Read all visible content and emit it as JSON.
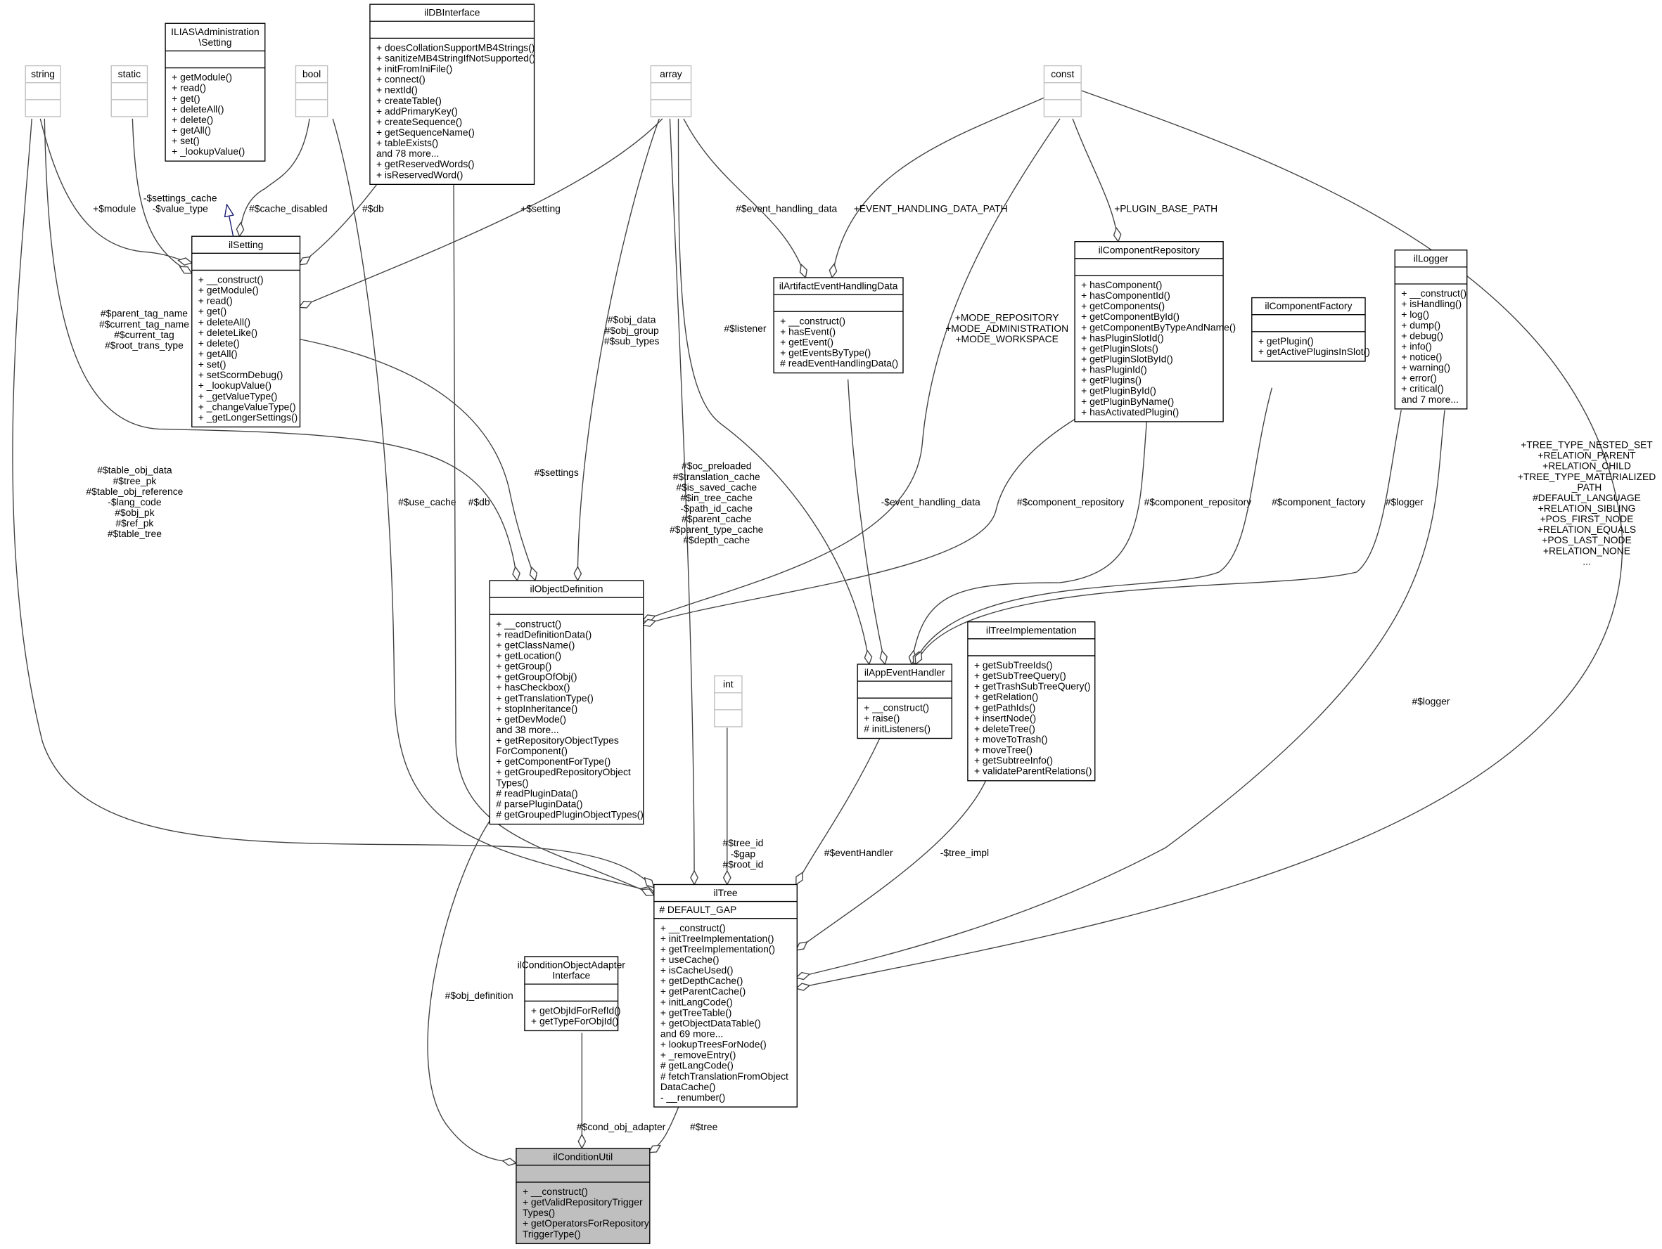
{
  "colors": {
    "border": "#000000",
    "external_border": "#bfbfbf",
    "highlight_fill": "#bfbfbf",
    "edge": "#404040",
    "inheritance": "#191970"
  },
  "nodes": [
    {
      "id": "string",
      "title": [
        "string"
      ],
      "attrs": [],
      "methods": [],
      "external": true
    },
    {
      "id": "static",
      "title": [
        "static"
      ],
      "attrs": [],
      "methods": [],
      "external": true
    },
    {
      "id": "adminsetting",
      "title": [
        "ILIAS\\Administration",
        "\\Setting"
      ],
      "attrs": [],
      "methods": [
        "+ getModule()",
        "+ read()",
        "+ get()",
        "+ deleteAll()",
        "+ delete()",
        "+ getAll()",
        "+ set()",
        "+ _lookupValue()"
      ]
    },
    {
      "id": "bool",
      "title": [
        "bool"
      ],
      "attrs": [],
      "methods": [],
      "external": true
    },
    {
      "id": "ildbinterface",
      "title": [
        "ilDBInterface"
      ],
      "attrs": [],
      "methods": [
        "+ doesCollationSupportMB4Strings()",
        "+ sanitizeMB4StringIfNotSupported()",
        "+ initFromIniFile()",
        "+ connect()",
        "+ nextId()",
        "+ createTable()",
        "+ addPrimaryKey()",
        "+ createSequence()",
        "+ getSequenceName()",
        "+ tableExists()",
        "and 78 more...",
        "+ getReservedWords()",
        "+ isReservedWord()"
      ]
    },
    {
      "id": "array",
      "title": [
        "array"
      ],
      "attrs": [],
      "methods": [],
      "external": true
    },
    {
      "id": "const",
      "title": [
        "const"
      ],
      "attrs": [],
      "methods": [],
      "external": true
    },
    {
      "id": "ilsetting",
      "title": [
        "ilSetting"
      ],
      "attrs": [],
      "methods": [
        "+ __construct()",
        "+ getModule()",
        "+ read()",
        "+ get()",
        "+ deleteAll()",
        "+ deleteLike()",
        "+ delete()",
        "+ getAll()",
        "+ set()",
        "+ setScormDebug()",
        "+ _lookupValue()",
        "+ _getValueType()",
        "+ _changeValueType()",
        "+ _getLongerSettings()"
      ]
    },
    {
      "id": "ilartifact",
      "title": [
        "ilArtifactEventHandlingData"
      ],
      "attrs": [],
      "methods": [
        "+ __construct()",
        "+ hasEvent()",
        "+ getEvent()",
        "+ getEventsByType()",
        "# readEventHandlingData()"
      ]
    },
    {
      "id": "ilcomponentrepository",
      "title": [
        "ilComponentRepository"
      ],
      "attrs": [],
      "methods": [
        "+ hasComponent()",
        "+ hasComponentId()",
        "+ getComponents()",
        "+ getComponentById()",
        "+ getComponentByTypeAndName()",
        "+ hasPluginSlotId()",
        "+ getPluginSlots()",
        "+ getPluginSlotById()",
        "+ hasPluginId()",
        "+ getPlugins()",
        "+ getPluginById()",
        "+ getPluginByName()",
        "+ hasActivatedPlugin()"
      ]
    },
    {
      "id": "ilcomponentfactory",
      "title": [
        "ilComponentFactory"
      ],
      "attrs": [],
      "methods": [
        "+ getPlugin()",
        "+ getActivePluginsInSlot()"
      ]
    },
    {
      "id": "illogger",
      "title": [
        "ilLogger"
      ],
      "attrs": [],
      "methods": [
        "+ __construct()",
        "+ isHandling()",
        "+ log()",
        "+ dump()",
        "+ debug()",
        "+ info()",
        "+ notice()",
        "+ warning()",
        "+ error()",
        "+ critical()",
        "and 7 more..."
      ]
    },
    {
      "id": "ilobjectdefinition",
      "title": [
        "ilObjectDefinition"
      ],
      "attrs": [],
      "methods": [
        "+ __construct()",
        "+ readDefinitionData()",
        "+ getClassName()",
        "+ getLocation()",
        "+ getGroup()",
        "+ getGroupOfObj()",
        "+ hasCheckbox()",
        "+ getTranslationType()",
        "+ stopInheritance()",
        "+ getDevMode()",
        "and 38 more...",
        "+ getRepositoryObjectTypes",
        "ForComponent()",
        "+ getComponentForType()",
        "+ getGroupedRepositoryObject",
        "Types()",
        "# readPluginData()",
        "# parsePluginData()",
        "# getGroupedPluginObjectTypes()"
      ]
    },
    {
      "id": "int",
      "title": [
        "int"
      ],
      "attrs": [],
      "methods": [],
      "external": true
    },
    {
      "id": "ilappeventhandler",
      "title": [
        "ilAppEventHandler"
      ],
      "attrs": [],
      "methods": [
        "+ __construct()",
        "+ raise()",
        "# initListeners()"
      ]
    },
    {
      "id": "iltreeimplementation",
      "title": [
        "ilTreeImplementation"
      ],
      "attrs": [],
      "methods": [
        "+ getSubTreeIds()",
        "+ getSubTreeQuery()",
        "+ getTrashSubTreeQuery()",
        "+ getRelation()",
        "+ getPathIds()",
        "+ insertNode()",
        "+ deleteTree()",
        "+ moveToTrash()",
        "+ moveTree()",
        "+ getSubtreeInfo()",
        "+ validateParentRelations()"
      ]
    },
    {
      "id": "iltree",
      "title": [
        "ilTree"
      ],
      "attrs": [
        "# DEFAULT_GAP"
      ],
      "methods": [
        "+ __construct()",
        "+ initTreeImplementation()",
        "+ getTreeImplementation()",
        "+ useCache()",
        "+ isCacheUsed()",
        "+ getDepthCache()",
        "+ getParentCache()",
        "+ initLangCode()",
        "+ getTreeTable()",
        "+ getObjectDataTable()",
        "and 69 more...",
        "+ lookupTreesForNode()",
        "+ _removeEntry()",
        "# getLangCode()",
        "# fetchTranslationFromObject",
        "DataCache()",
        "- __renumber()"
      ]
    },
    {
      "id": "ilconditionadapter",
      "title": [
        "ilConditionObjectAdapter",
        "Interface"
      ],
      "attrs": [],
      "methods": [
        "+ getObjIdForRefId()",
        "+ getTypeForObjId()"
      ]
    },
    {
      "id": "ilconditionutil",
      "title": [
        "ilConditionUtil"
      ],
      "attrs": [],
      "methods": [
        "+ __construct()",
        "+ getValidRepositoryTrigger",
        "Types()",
        "+ getOperatorsForRepository",
        "TriggerType()"
      ],
      "highlighted": true
    }
  ],
  "edges": [
    {
      "from": "string",
      "to": "ilsetting",
      "labels": [
        "+$module"
      ]
    },
    {
      "from": "static",
      "to": "ilsetting",
      "labels": [
        "-$settings_cache",
        "-$value_type"
      ]
    },
    {
      "from": "ilsetting",
      "to": "adminsetting",
      "labels": [],
      "kind": "inheritance"
    },
    {
      "from": "bool",
      "to": "ilsetting",
      "labels": [
        "#$cache_disabled"
      ]
    },
    {
      "from": "ildbinterface",
      "to": "ilsetting",
      "labels": [
        "#$db"
      ]
    },
    {
      "from": "array",
      "to": "ilsetting",
      "labels": [
        "+$setting"
      ]
    },
    {
      "from": "string",
      "to": "ilobjectdefinition",
      "labels": [
        "#$parent_tag_name",
        "#$current_tag_name",
        "#$current_tag",
        "#$root_trans_type"
      ]
    },
    {
      "from": "ilsetting",
      "to": "ilobjectdefinition",
      "labels": [
        "#$settings"
      ]
    },
    {
      "from": "array",
      "to": "ilobjectdefinition",
      "labels": [
        "#$obj_data",
        "#$obj_group",
        "#$sub_types"
      ]
    },
    {
      "from": "const",
      "to": "ilobjectdefinition",
      "labels": [
        "+MODE_REPOSITORY",
        "+MODE_ADMINISTRATION",
        "+MODE_WORKSPACE"
      ]
    },
    {
      "from": "ilcomponentrepository",
      "to": "ilobjectdefinition",
      "labels": [
        "#$component_repository"
      ]
    },
    {
      "from": "string",
      "to": "iltree",
      "labels": [
        "#$table_obj_data",
        "#$tree_pk",
        "#$table_obj_reference",
        "-$lang_code",
        "#$obj_pk",
        "#$ref_pk",
        "#$table_tree"
      ]
    },
    {
      "from": "bool",
      "to": "iltree",
      "labels": [
        "#$use_cache"
      ]
    },
    {
      "from": "ildbinterface",
      "to": "iltree",
      "labels": [
        "#$db"
      ]
    },
    {
      "from": "array",
      "to": "iltree",
      "labels": [
        "#$oc_preloaded",
        "#$translation_cache",
        "#$is_saved_cache",
        "#$in_tree_cache",
        "-$path_id_cache",
        "#$parent_cache",
        "#$parent_type_cache",
        "#$depth_cache"
      ]
    },
    {
      "from": "int",
      "to": "iltree",
      "labels": [
        "#$tree_id",
        "-$gap",
        "#$root_id"
      ]
    },
    {
      "from": "ilappeventhandler",
      "to": "iltree",
      "labels": [
        "#$eventHandler"
      ]
    },
    {
      "from": "iltreeimplementation",
      "to": "iltree",
      "labels": [
        "-$tree_impl"
      ]
    },
    {
      "from": "illogger",
      "to": "iltree",
      "labels": [
        "#$logger"
      ]
    },
    {
      "from": "const",
      "to": "iltree",
      "labels": [
        "+TREE_TYPE_NESTED_SET",
        "+RELATION_PARENT",
        "+RELATION_CHILD",
        "+TREE_TYPE_MATERIALIZED",
        "_PATH",
        "#DEFAULT_LANGUAGE",
        "+RELATION_SIBLING",
        "+POS_FIRST_NODE",
        "+RELATION_EQUALS",
        "+POS_LAST_NODE",
        "+RELATION_NONE",
        "..."
      ]
    },
    {
      "from": "ilartifact",
      "to": "ilappeventhandler",
      "labels": [
        "-$event_handling_data"
      ]
    },
    {
      "from": "array",
      "to": "ilappeventhandler",
      "labels": [
        "#$listener"
      ]
    },
    {
      "from": "ilcomponentrepository",
      "to": "ilappeventhandler",
      "labels": [
        "#$component_repository"
      ]
    },
    {
      "from": "ilcomponentfactory",
      "to": "ilappeventhandler",
      "labels": [
        "#$component_factory"
      ]
    },
    {
      "from": "illogger",
      "to": "ilappeventhandler",
      "labels": [
        "#$logger"
      ]
    },
    {
      "from": "array",
      "to": "ilartifact",
      "labels": [
        "#$event_handling_data"
      ]
    },
    {
      "from": "const",
      "to": "ilartifact",
      "labels": [
        "+EVENT_HANDLING_DATA_PATH"
      ]
    },
    {
      "from": "const",
      "to": "ilcomponentrepository",
      "labels": [
        "+PLUGIN_BASE_PATH"
      ]
    },
    {
      "from": "ilobjectdefinition",
      "to": "ilconditionutil",
      "labels": [
        "#$obj_definition"
      ]
    },
    {
      "from": "ilconditionadapter",
      "to": "ilconditionutil",
      "labels": [
        "#$cond_obj_adapter"
      ]
    },
    {
      "from": "iltree",
      "to": "ilconditionutil",
      "labels": [
        "#$tree"
      ]
    }
  ]
}
